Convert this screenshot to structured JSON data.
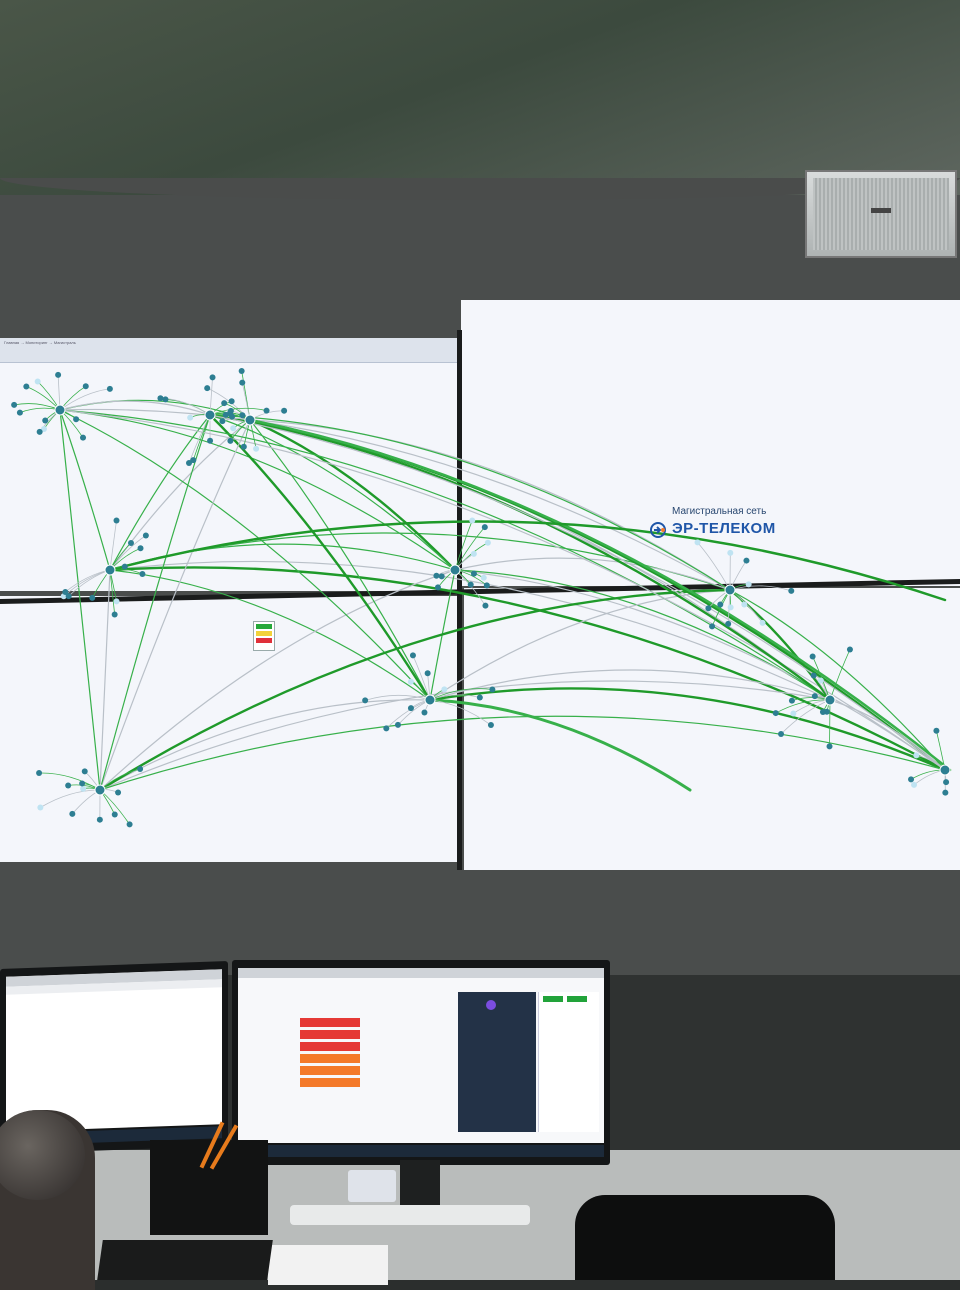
{
  "scene": {
    "description_free": true
  },
  "wall_screen": {
    "app_title": "Главная → Мониторинг → Магистраль",
    "logo": {
      "subtitle": "Магистральная сеть",
      "brand": "ЭР-ТЕЛЕКОМ",
      "brand_color": "#1f56a8",
      "subtitle_color": "#27466f",
      "icon": "er-telecom-logo-icon"
    },
    "link_colors": {
      "active": "#37b04a",
      "strong": "#1f9a2a",
      "idle": "#b9c0c8"
    },
    "node_colors": {
      "router": "#2d7e92",
      "cloud": "#bfe3f2",
      "label": "#e7f0c9"
    },
    "legend_colors": [
      "#25a83a",
      "#f2d23a",
      "#e0303a"
    ]
  },
  "desk_monitors": {
    "left_screen_bg": "#ffffff",
    "right_screen_rows": [
      {
        "color": "#e53935"
      },
      {
        "color": "#e53935"
      },
      {
        "color": "#e53935"
      },
      {
        "color": "#f47a2a"
      },
      {
        "color": "#f47a2a"
      },
      {
        "color": "#f47a2a"
      }
    ],
    "sidebar_color": "#233247",
    "status_colors": [
      "#22a33a",
      "#22a33a"
    ]
  }
}
